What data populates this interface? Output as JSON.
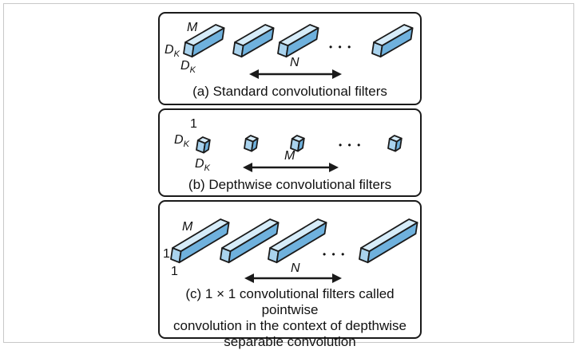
{
  "panels": [
    {
      "caption": "(a) Standard convolutional filters",
      "label_m": "M",
      "label_dk_base": "D",
      "label_dk_sub": "K",
      "label_n": "N",
      "ellipsis": "• • •"
    },
    {
      "caption": "(b) Depthwise convolutional filters",
      "label_one": "1",
      "label_dk_base": "D",
      "label_dk_sub": "K",
      "label_m": "M",
      "ellipsis": "• • •"
    },
    {
      "caption_lines": [
        "(c) 1 × 1 convolutional filters called pointwise",
        "convolution in the context of depthwise",
        "separable convolution"
      ],
      "label_m": "M",
      "label_one": "1",
      "label_n": "N",
      "ellipsis": "• • •"
    }
  ],
  "colors": {
    "box_front": "#a9d3ee",
    "box_top": "#d6ecf9",
    "box_side": "#6fb1dd",
    "stroke": "#1a1a1a"
  }
}
